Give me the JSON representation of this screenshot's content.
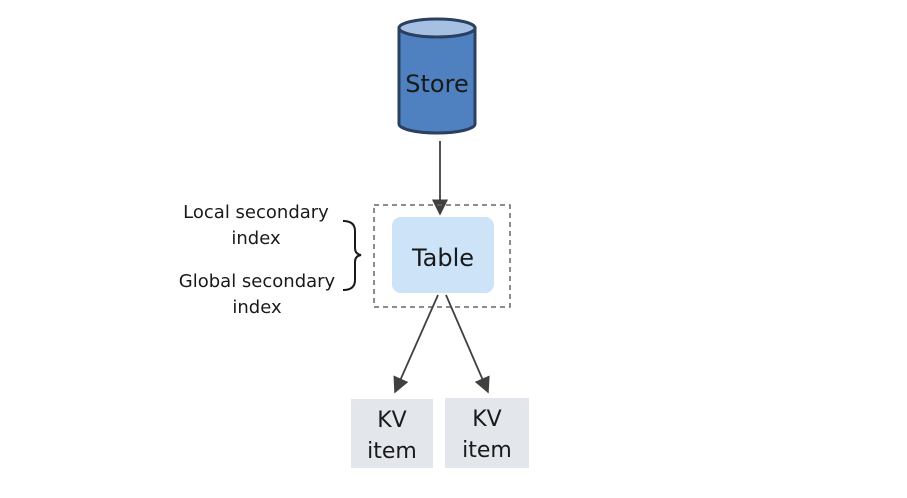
{
  "store": {
    "label": "Store"
  },
  "table": {
    "label": "Table"
  },
  "indexes": {
    "local": [
      "Local secondary",
      "index"
    ],
    "global": [
      "Global secondary",
      "index"
    ]
  },
  "kv_items": [
    {
      "line1": "KV",
      "line2": "item"
    },
    {
      "line1": "KV",
      "line2": "item"
    }
  ],
  "colors": {
    "store_fill": "#4f80bf",
    "store_top": "#a6c0e4",
    "store_stroke": "#2b3f60",
    "table_fill": "#cde3f8",
    "kv_fill": "#e3e6ea",
    "arrow": "#404040",
    "dashed_border": "#666666"
  }
}
